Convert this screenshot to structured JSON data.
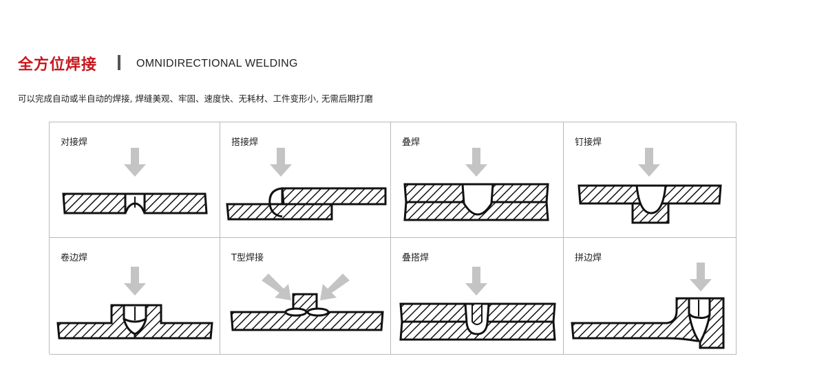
{
  "header": {
    "title_zh": "全方位焊接",
    "title_en": "OMNIDIRECTIONAL WELDING"
  },
  "description": "可以完成自动或半自动的焊接, 焊缝美观、牢固、速度快、无耗材、工件变形小, 无需后期打磨",
  "colors": {
    "accent": "#c8161d",
    "arrow": "#bdbdbd",
    "stroke": "#111111"
  },
  "weld_types": [
    {
      "label": "对接焊",
      "icon": "butt-weld-icon"
    },
    {
      "label": "搭接焊",
      "icon": "lap-weld-icon"
    },
    {
      "label": "叠焊",
      "icon": "stack-weld-icon"
    },
    {
      "label": "钉接焊",
      "icon": "rivet-weld-icon"
    },
    {
      "label": "卷边焊",
      "icon": "flange-weld-icon"
    },
    {
      "label": "T型焊接",
      "icon": "t-weld-icon"
    },
    {
      "label": "叠搭焊",
      "icon": "stack-lap-weld-icon"
    },
    {
      "label": "拼边焊",
      "icon": "edge-weld-icon"
    }
  ]
}
